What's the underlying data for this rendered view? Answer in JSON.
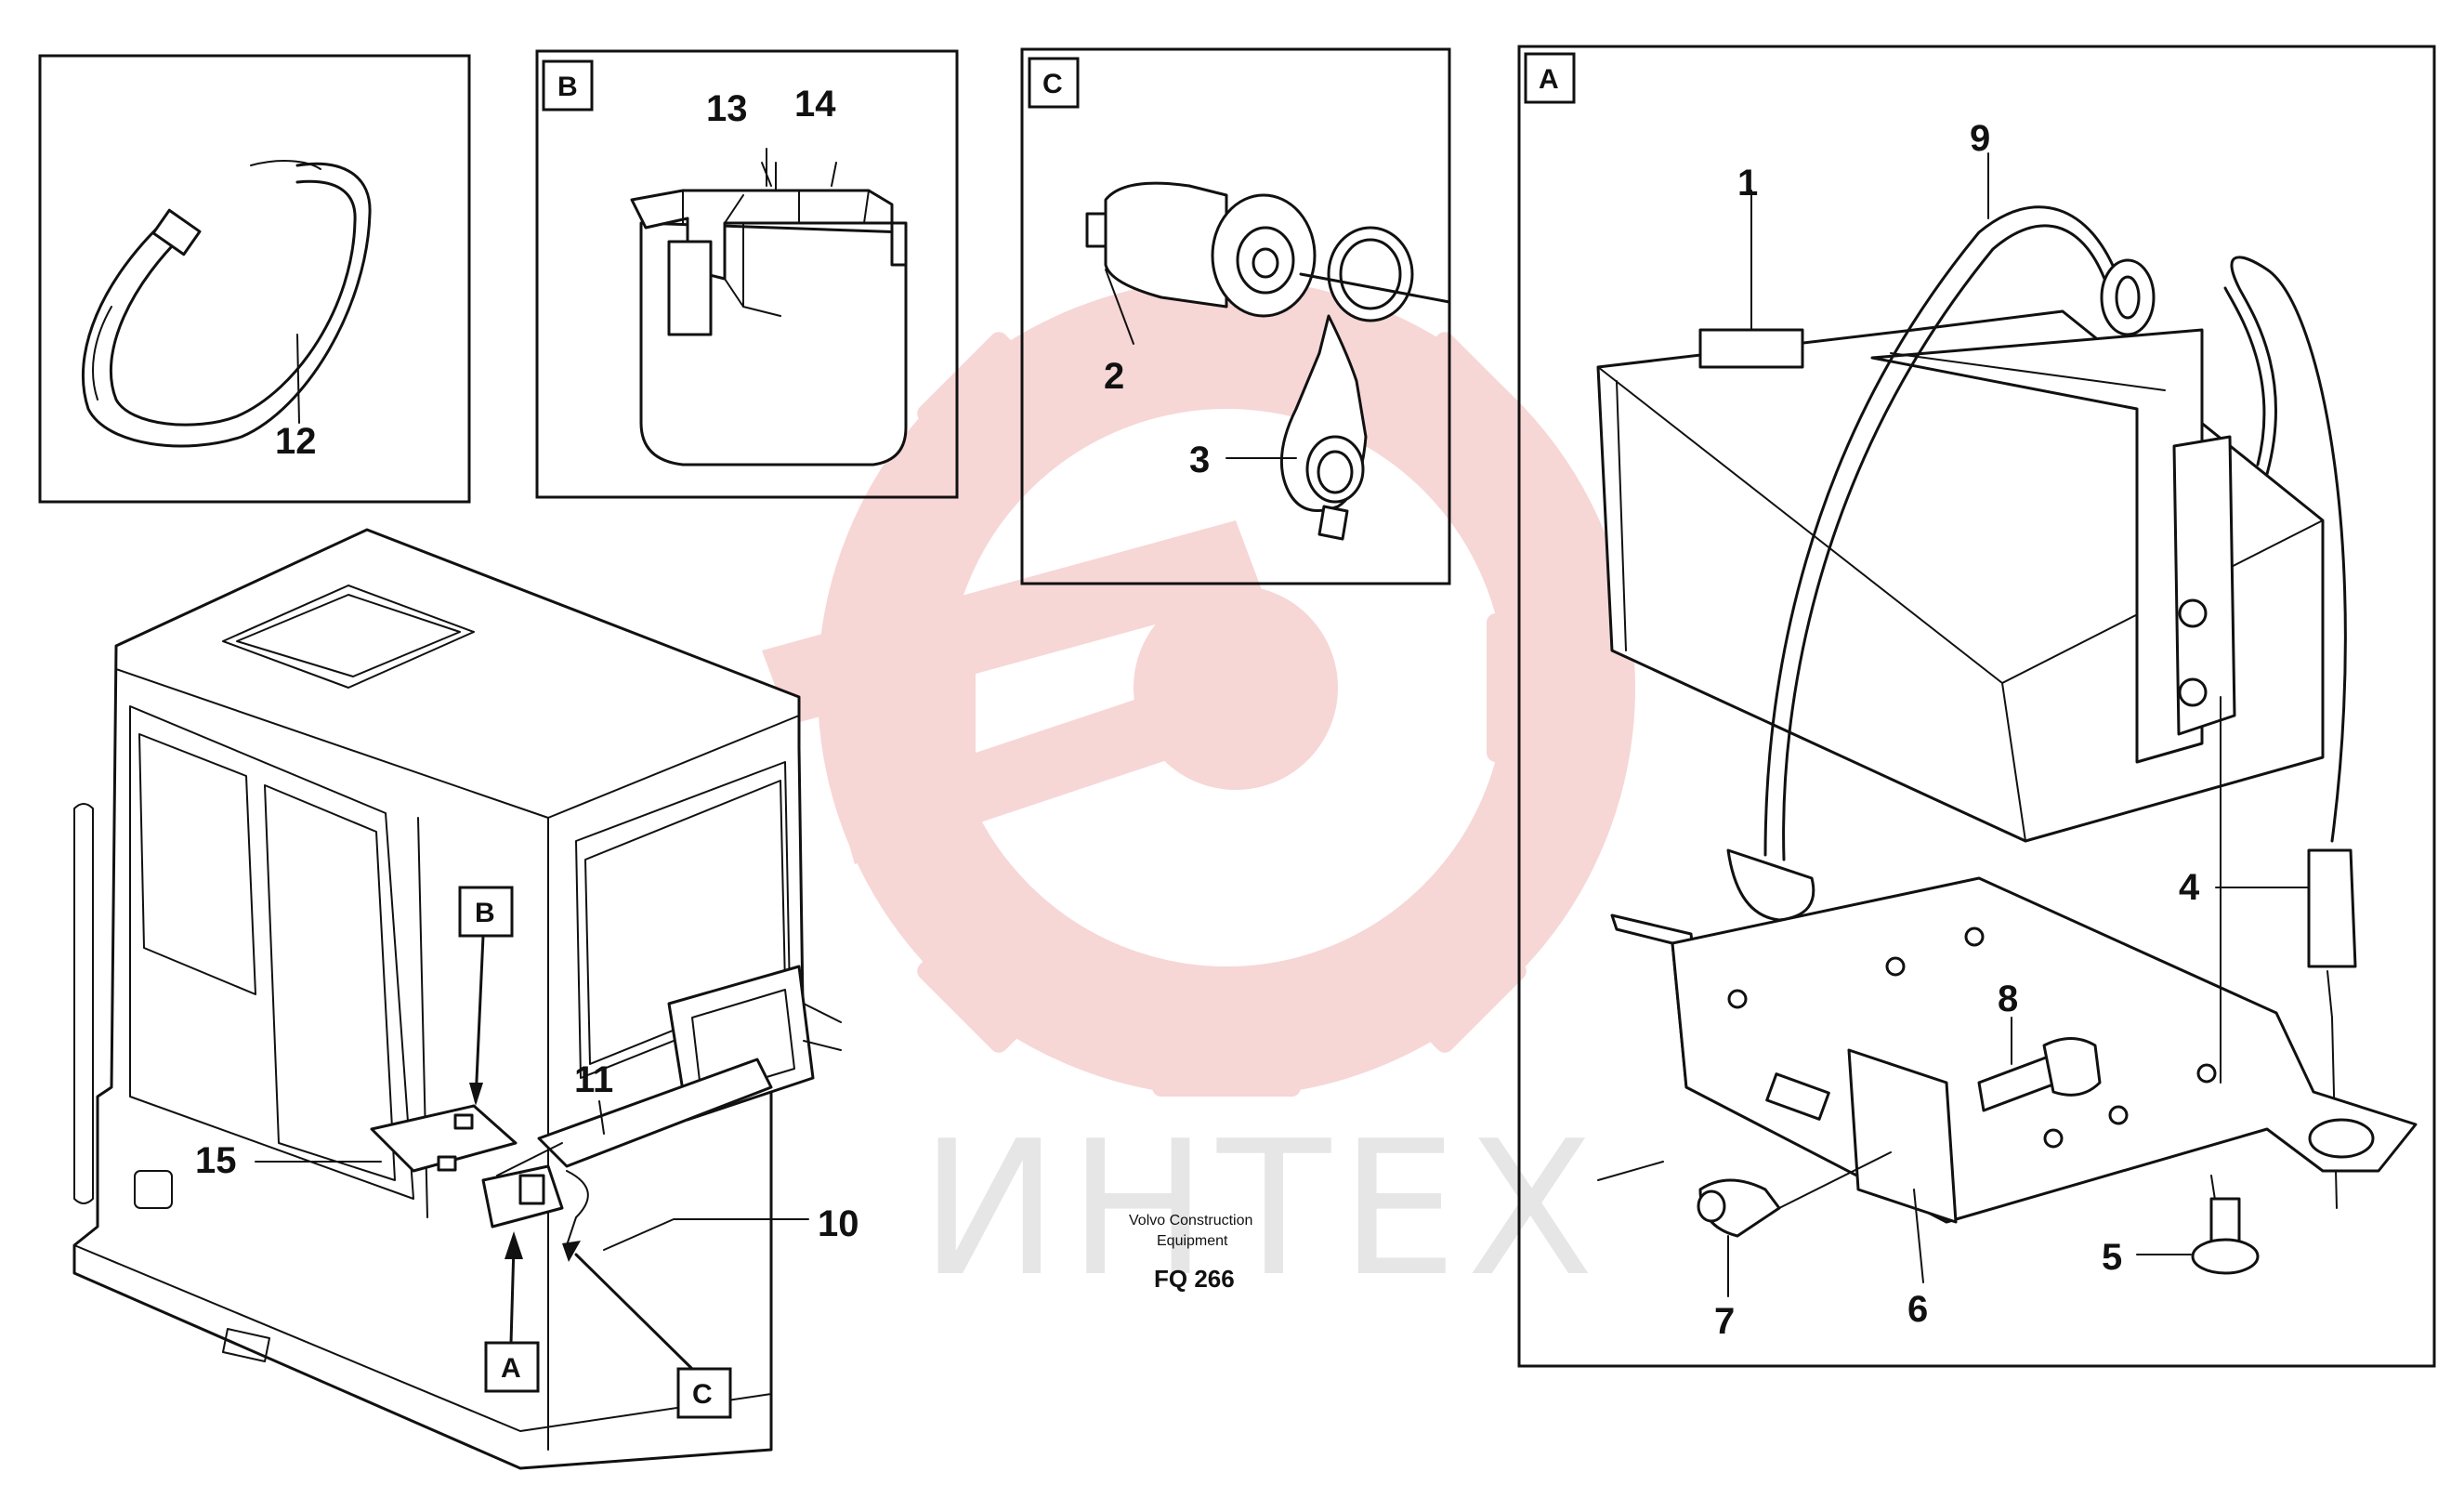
{
  "watermark": {
    "text": "ИНТЕХ",
    "color": "#f6c8c8"
  },
  "frames": {
    "b": "B",
    "c": "C",
    "a": "A"
  },
  "overview_markers": {
    "b": "B",
    "a": "A",
    "c": "C"
  },
  "callouts": {
    "p1": "1",
    "p2": "2",
    "p3": "3",
    "p4": "4",
    "p5": "5",
    "p6": "6",
    "p7": "7",
    "p8": "8",
    "p9": "9",
    "p10": "10",
    "p11": "11",
    "p12": "12",
    "p13": "13",
    "p14": "14",
    "p15": "15"
  },
  "footer": {
    "line1": "Volvo Construction",
    "line2": "Equipment",
    "code": "FQ 266"
  }
}
